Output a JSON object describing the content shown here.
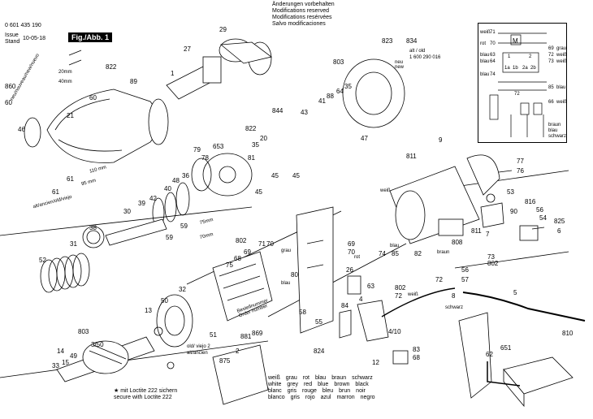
{
  "header": {
    "part_no": "0 601 435 190",
    "issue_label": "Issue",
    "issue_date": "10-05-18",
    "stand_label": "Stand",
    "fig_label": "Fig./Abb. 1"
  },
  "modifications": [
    "Änderungen vorbehalten",
    "Modifications reserved",
    "Modifications resérvées",
    "Salvo modificaciones"
  ],
  "part_labels": {
    "p29": "29",
    "p27": "27",
    "p822a": "822",
    "p89": "89",
    "p60": "60",
    "p21": "21",
    "p46": "46",
    "p1": "1",
    "p823": "823",
    "p834": "834",
    "p803": "803",
    "p88": "88",
    "p64": "64",
    "p35a": "35",
    "p41": "41",
    "p43": "43",
    "p844": "844",
    "p47": "47",
    "p822b": "822",
    "p20": "20",
    "p35b": "35",
    "p81": "81",
    "p45a": "45",
    "p45b": "45",
    "p79": "79",
    "p653": "653",
    "p78": "78",
    "p61a": "61",
    "p61b": "61",
    "p36": "36",
    "p48": "48",
    "p40": "40",
    "p42": "42",
    "p39": "39",
    "p59a": "59",
    "p59b": "59",
    "p38": "38",
    "p30": "30",
    "p31": "31",
    "p52": "52",
    "p802a": "802",
    "p71": "71",
    "p70": "70",
    "p69": "69",
    "p68": "68",
    "p75": "75",
    "p32": "32",
    "p13": "13",
    "p50": "50",
    "p51": "51",
    "p803b": "803",
    "p3_50": "3/50",
    "p14": "14",
    "p49": "49",
    "p33": "33",
    "p15": "15",
    "p2": "2",
    "p875": "875",
    "p881": "881",
    "p869": "869",
    "p9": "9",
    "p811a": "811",
    "p77": "77",
    "p76": "76",
    "p53": "53",
    "p816": "816",
    "p90": "90",
    "p56a": "56",
    "p54": "54",
    "p825": "825",
    "p6": "6",
    "p73": "73",
    "p802b": "802",
    "p808": "808",
    "p811b": "811",
    "p7": "7",
    "p80": "80",
    "p26": "26",
    "p63": "63",
    "p74": "74",
    "p85": "85",
    "p82": "82",
    "p56b": "56",
    "p57": "57",
    "p72": "72",
    "p8": "8",
    "p5": "5",
    "p58": "58",
    "p55": "55",
    "p84": "84",
    "p4": "4",
    "p4_10": "4/10",
    "p824": "824",
    "p12": "12",
    "p68b": "68",
    "p83": "83",
    "p62": "62",
    "p651": "651",
    "p810": "810",
    "p69b": "69",
    "p70b": "70",
    "p802c": "802",
    "p72b": "72",
    "p860": "860"
  },
  "texts": {
    "alt_neu_title": "alt / old",
    "alt_neu_part": "1 600 290 016",
    "neu_new": "neu\nnew",
    "old_viejo": "old/ viejo 2",
    "alt_ancien": "alt/ancien",
    "bestell": "Bestellnummer\nOrder number",
    "mm20": "20mm",
    "mm40": "40mm",
    "mm110": "110 mm",
    "mm95": "95 mm",
    "mm75": "75mm",
    "mm70": "70mm",
    "grau": "grau",
    "blau": "blau",
    "braun": "braun",
    "weiss": "weiß",
    "rot": "rot",
    "schwarz": "schwarz",
    "neu_nouveau_new": "neu/nouveau/new/nuevo",
    "alt_ancien_old_viejo": "alt/ancien/old/viejo",
    "weiss_blau": "weiß",
    "blau_b": "blau",
    "rot_b": "rot"
  },
  "circuit": {
    "wires_left": [
      "weiß",
      "rot",
      "blau",
      "blau",
      "blau"
    ],
    "nums_left": [
      "71",
      "70",
      "63",
      "64",
      "74"
    ],
    "wires_right": [
      "69",
      "72",
      "73",
      "85",
      "66"
    ],
    "colors_right": [
      "grau",
      "weiß",
      "weiß",
      "blau",
      "weiß"
    ],
    "bottom_colors": [
      "braun",
      "blau",
      "schwarz"
    ],
    "switch_labels": [
      "1a",
      "1b",
      "2a",
      "2b"
    ],
    "terminal_labels": [
      "1",
      "2"
    ],
    "mid_label": "72"
  },
  "color_legend": {
    "rows": [
      [
        "weiß",
        "grau",
        "rot",
        "blau",
        "braun",
        "schwarz"
      ],
      [
        "white",
        "grey",
        "red",
        "blue",
        "brown",
        "black"
      ],
      [
        "blanc",
        "gris",
        "rouge",
        "bleu",
        "brun",
        "noir"
      ],
      [
        "blanco",
        "gris",
        "rojo",
        "azul",
        "marron",
        "negro"
      ]
    ]
  },
  "loctite": [
    "★ mit Loctite 222 sichern",
    "secure with Loctite 222"
  ]
}
